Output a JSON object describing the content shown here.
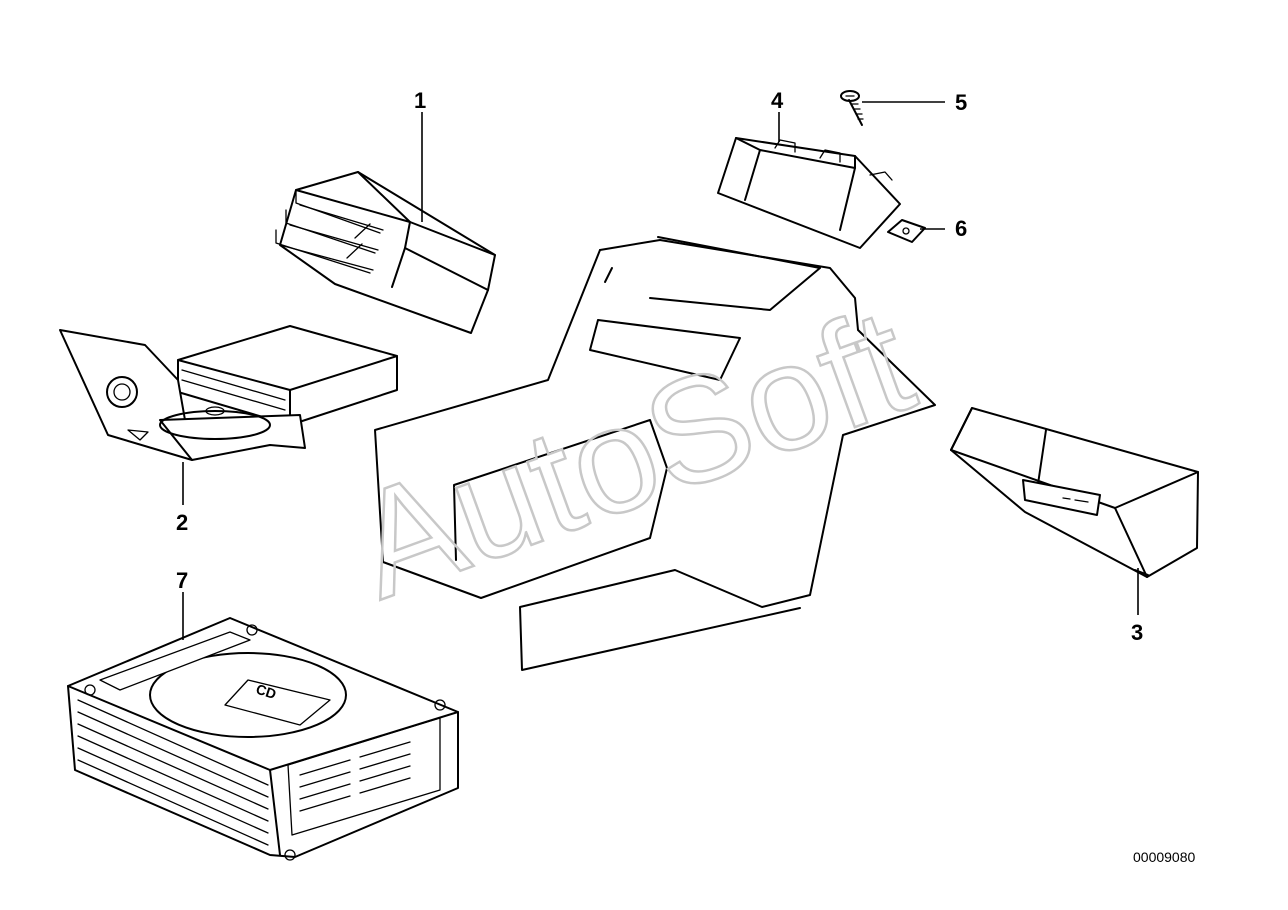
{
  "diagram": {
    "callouts": [
      {
        "id": "1",
        "label": "1"
      },
      {
        "id": "2",
        "label": "2"
      },
      {
        "id": "3",
        "label": "3"
      },
      {
        "id": "4",
        "label": "4"
      },
      {
        "id": "5",
        "label": "5"
      },
      {
        "id": "6",
        "label": "6"
      },
      {
        "id": "7",
        "label": "7"
      }
    ],
    "document_number": "00009080",
    "watermark": "AutoSoft",
    "cd_changer_logo": "CD"
  }
}
